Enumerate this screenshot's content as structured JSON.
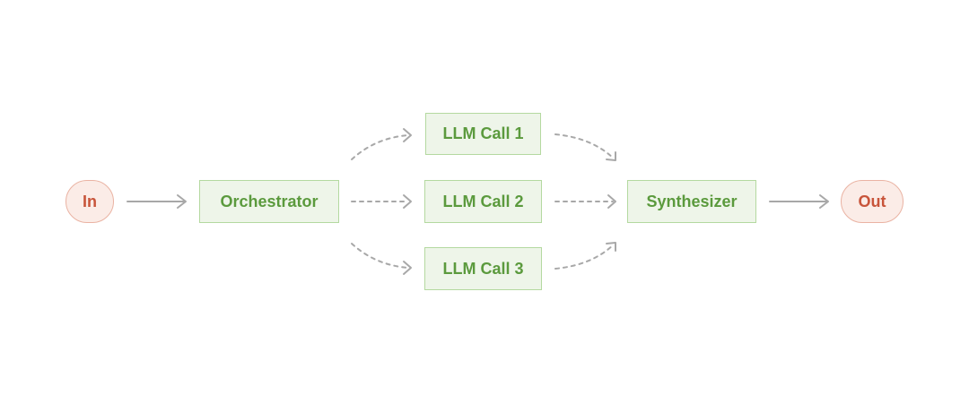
{
  "diagram": {
    "nodes": {
      "input": "In",
      "orchestrator": "Orchestrator",
      "llm_call_1": "LLM Call 1",
      "llm_call_2": "LLM Call 2",
      "llm_call_3": "LLM Call 3",
      "synthesizer": "Synthesizer",
      "output": "Out"
    },
    "colors": {
      "terminal_fill": "#fbece7",
      "terminal_stroke": "#eab3a3",
      "terminal_text": "#c8543a",
      "box_fill": "#eef5e9",
      "box_stroke": "#b4d9a0",
      "box_text": "#5b9a3d",
      "arrow": "#a8a8a8"
    }
  }
}
